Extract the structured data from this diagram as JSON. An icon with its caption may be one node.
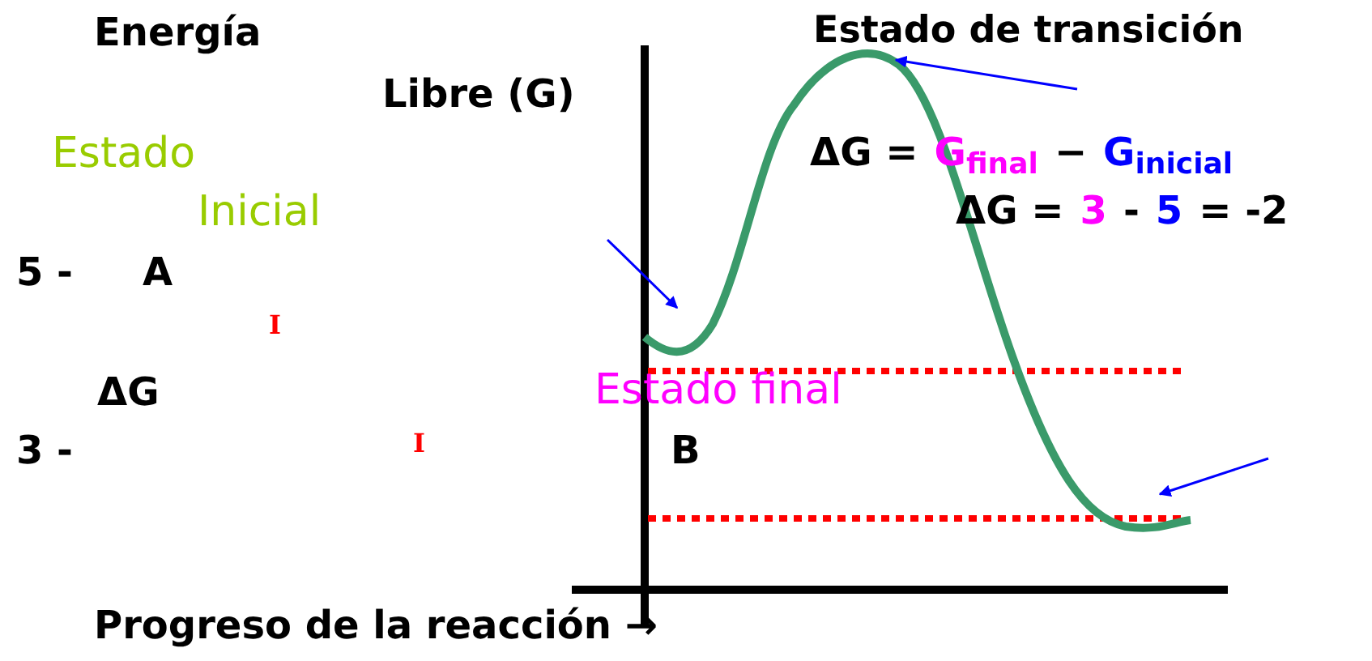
{
  "diagram": {
    "labels": [
      "Energía",
      "Estado de transición",
      "Libre (G)",
      "Estado",
      "ΔG =",
      "G$_{final}$",
      "−",
      "G$_{inicial}$",
      "Inicial",
      "ΔG =",
      "3",
      "-",
      "5",
      "= -2",
      "5 -",
      "A",
      "I",
      "ΔG",
      "Estado final",
      "3 -",
      "I",
      "B",
      "Progreso de la reacción →"
    ]
  }
}
